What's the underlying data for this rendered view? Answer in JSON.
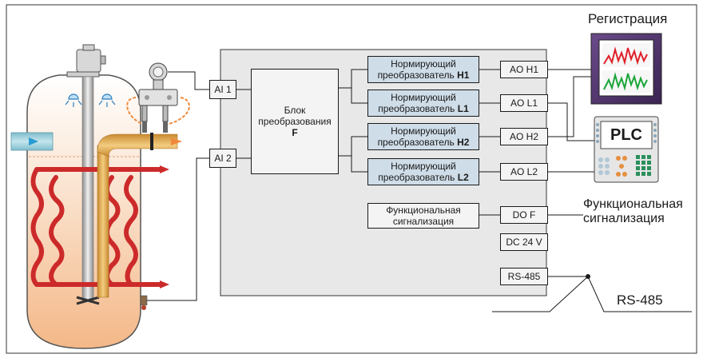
{
  "inputs": {
    "ai1": "AI 1",
    "ai2": "AI 2"
  },
  "converter": {
    "line1": "Блок",
    "line2": "преобразования",
    "line3": "F"
  },
  "normalizers": [
    {
      "line1": "Нормирующий",
      "line2": "преобразователь",
      "suffix": "H1"
    },
    {
      "line1": "Нормирующий",
      "line2": "преобразователь",
      "suffix": "L1"
    },
    {
      "line1": "Нормирующий",
      "line2": "преобразователь",
      "suffix": "H2"
    },
    {
      "line1": "Нормирующий",
      "line2": "преобразователь",
      "suffix": "L2"
    }
  ],
  "outputs": {
    "ao_h1": "AO H1",
    "ao_l1": "AO L1",
    "ao_h2": "AO H2",
    "ao_l2": "AO L2",
    "do_f": "DO F",
    "power": "DC 24 V",
    "rs485": "RS-485"
  },
  "alarm_block": {
    "line1": "Функциональная",
    "line2": "сигнализация"
  },
  "external": {
    "registration": "Регистрация",
    "plc": "PLC",
    "alarm_line1": "Функциональная",
    "alarm_line2": "сигнализация",
    "rs485_bus": "RS-485"
  },
  "colors": {
    "device_body": "#e8e8e8",
    "normalizer": "#cfdde8",
    "coil": "#cc2a2a",
    "pipe": "#e8b860",
    "inlet": "#9fd0dd",
    "signal_green": "#1aa63a",
    "signal_red": "#e0202a"
  }
}
